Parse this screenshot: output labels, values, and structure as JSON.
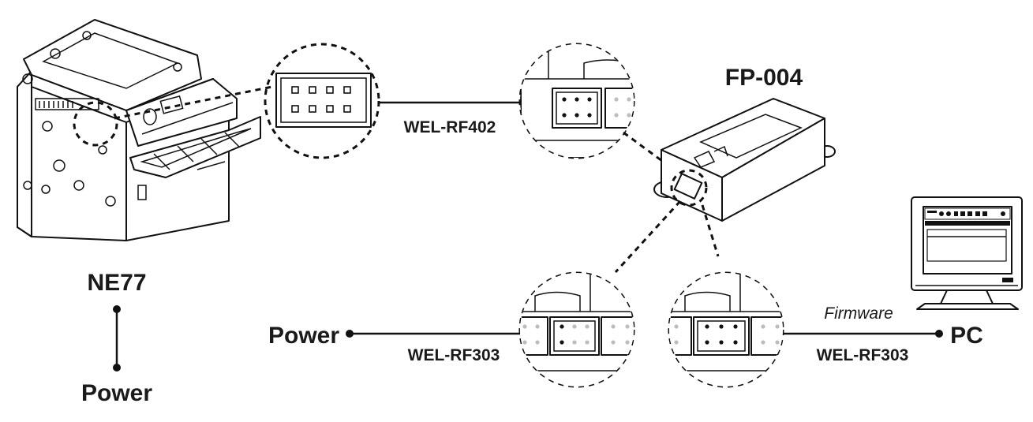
{
  "devices": {
    "printer_label": "NE77",
    "printer_power_label": "Power",
    "adapter_label": "FP-004",
    "power_label": "Power",
    "pc_label": "PC"
  },
  "cables": {
    "printer_to_adapter": "WEL-RF402",
    "power_to_adapter": "WEL-RF303",
    "adapter_to_pc": "WEL-RF303",
    "adapter_to_pc_note": "Firmware"
  },
  "colors": {
    "line": "#111111",
    "background": "#ffffff",
    "inactive_pin": "#bdbdbd"
  }
}
